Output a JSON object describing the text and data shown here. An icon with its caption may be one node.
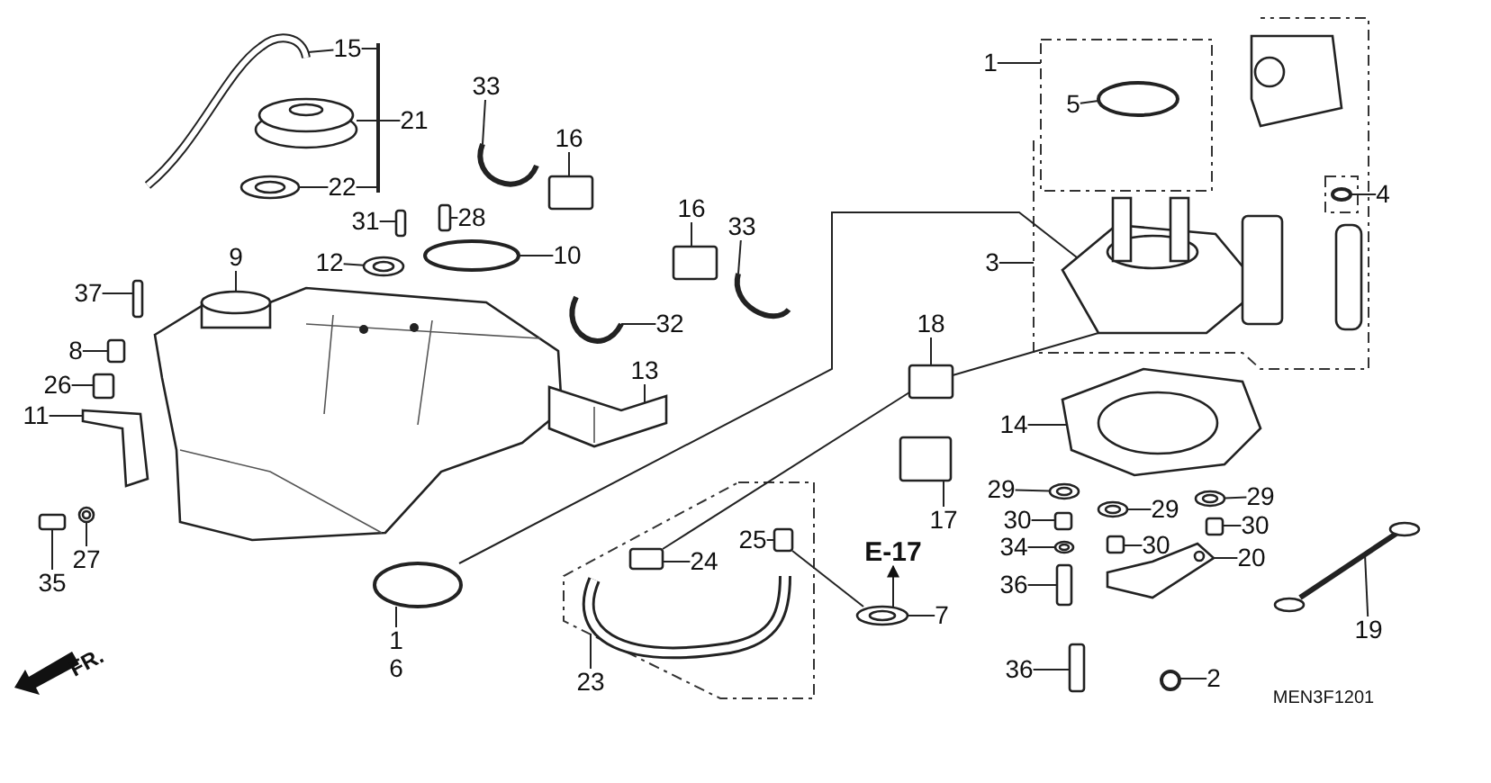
{
  "diagram": {
    "nodes": [
      {
        "text": [
          "15"
        ]
      },
      {
        "text": [
          "1"
        ]
      },
      {
        "text": [
          "5"
        ]
      },
      {
        "text": [
          "33"
        ]
      },
      {
        "text": [
          "21"
        ]
      },
      {
        "text": [
          "16"
        ]
      },
      {
        "text": [
          "22"
        ]
      },
      {
        "text": [
          "4"
        ]
      },
      {
        "text": [
          "16"
        ]
      },
      {
        "text": [
          "28"
        ]
      },
      {
        "text": [
          "31"
        ]
      },
      {
        "text": [
          "33"
        ]
      },
      {
        "text": [
          "10"
        ]
      },
      {
        "text": [
          "9"
        ]
      },
      {
        "text": [
          "12"
        ]
      },
      {
        "text": [
          "3"
        ]
      },
      {
        "text": [
          "37"
        ]
      },
      {
        "text": [
          "32"
        ]
      },
      {
        "text": [
          "18"
        ]
      },
      {
        "text": [
          "8"
        ]
      },
      {
        "text": [
          "13"
        ]
      },
      {
        "text": [
          "26"
        ]
      },
      {
        "text": [
          "11"
        ]
      },
      {
        "text": [
          "14"
        ]
      },
      {
        "text": [
          "29"
        ]
      },
      {
        "text": [
          "29"
        ]
      },
      {
        "text": [
          "29"
        ]
      },
      {
        "text": [
          "17"
        ]
      },
      {
        "text": [
          "30"
        ]
      },
      {
        "text": [
          "30"
        ]
      },
      {
        "text": [
          "30"
        ]
      },
      {
        "text": [
          "25"
        ]
      },
      {
        "text": [
          "34"
        ]
      },
      {
        "text": [
          "E-17"
        ]
      },
      {
        "text": [
          "20"
        ]
      },
      {
        "text": [
          "27"
        ]
      },
      {
        "text": [
          "24"
        ]
      },
      {
        "text": [
          "35"
        ]
      },
      {
        "text": [
          "36"
        ]
      },
      {
        "text": [
          "19"
        ]
      },
      {
        "text": [
          "7"
        ]
      },
      {
        "text": [
          "1"
        ]
      },
      {
        "text": [
          "36"
        ]
      },
      {
        "text": [
          "2"
        ]
      },
      {
        "text": [
          "23"
        ]
      },
      {
        "text": [],
        "shape": "picture"
      },
      {
        "text": [],
        "shape": "circle"
      },
      {
        "text": [],
        "shape": "picture"
      },
      {
        "text": [],
        "shape": "picture"
      },
      {
        "text": [],
        "shape": "box"
      },
      {
        "text": [],
        "shape": "circle"
      },
      {
        "text": [],
        "shape": "circle"
      },
      {
        "text": [],
        "shape": "box"
      },
      {
        "text": [],
        "shape": "box"
      },
      {
        "text": [],
        "shape": "box"
      },
      {
        "text": [],
        "shape": "picture"
      },
      {
        "text": [],
        "shape": "circle"
      },
      {
        "text": [],
        "shape": "picture"
      },
      {
        "text": [],
        "shape": "circle"
      },
      {
        "text": [],
        "shape": "box"
      },
      {
        "text": [],
        "shape": "picture"
      },
      {
        "text": [],
        "shape": "box"
      },
      {
        "text": [],
        "shape": "box"
      },
      {
        "text": [],
        "shape": "picture"
      },
      {
        "text": [],
        "shape": "box"
      },
      {
        "text": [],
        "shape": "picture"
      },
      {
        "text": [],
        "shape": "picture"
      },
      {
        "text": [],
        "shape": "circle"
      },
      {
        "text": [],
        "shape": "circle"
      },
      {
        "text": [],
        "shape": "circle"
      },
      {
        "text": [],
        "shape": "box"
      },
      {
        "text": [],
        "shape": "box"
      },
      {
        "text": [],
        "shape": "box"
      },
      {
        "text": [],
        "shape": "box"
      },
      {
        "text": [],
        "shape": "box"
      },
      {
        "text": [],
        "shape": "circle"
      },
      {
        "text": [],
        "shape": "picture"
      },
      {
        "text": [],
        "shape": "circle"
      },
      {
        "text": [],
        "shape": "box"
      },
      {
        "text": [],
        "shape": "box"
      },
      {
        "text": [],
        "shape": "box"
      },
      {
        "text": [],
        "shape": "picture"
      },
      {
        "text": [],
        "shape": "circle"
      },
      {
        "text": [],
        "shape": "circle"
      },
      {
        "text": [],
        "shape": "box"
      },
      {
        "text": [],
        "shape": "circle"
      },
      {
        "text": [],
        "shape": "picture"
      },
      {
        "text": [],
        "shape": "bar"
      }
    ],
    "edges": [
      {
        "from": 0,
        "to": 45,
        "arrow": "none"
      },
      {
        "from": 1,
        "to": null,
        "arrow": "none"
      },
      {
        "from": 2,
        "to": 46,
        "arrow": "none"
      },
      {
        "from": 3,
        "to": 47,
        "arrow": "none"
      },
      {
        "from": 4,
        "to": 87,
        "arrow": "none"
      },
      {
        "from": 5,
        "to": 49,
        "arrow": "none"
      },
      {
        "from": 6,
        "to": 50,
        "arrow": "none"
      },
      {
        "from": 7,
        "to": 51,
        "arrow": "none"
      },
      {
        "from": 8,
        "to": 52,
        "arrow": "none"
      },
      {
        "from": 9,
        "to": 53,
        "arrow": "none"
      },
      {
        "from": 10,
        "to": 54,
        "arrow": "none"
      },
      {
        "from": 11,
        "to": 55,
        "arrow": "none"
      },
      {
        "from": 12,
        "to": 56,
        "arrow": "none"
      },
      {
        "from": 13,
        "to": 57,
        "arrow": "none"
      },
      {
        "from": 14,
        "to": 58,
        "arrow": "none"
      },
      {
        "from": 15,
        "to": null,
        "arrow": "none"
      },
      {
        "from": 16,
        "to": 59,
        "arrow": "none"
      },
      {
        "from": 17,
        "to": 60,
        "arrow": "none"
      },
      {
        "from": 18,
        "to": 61,
        "arrow": "none"
      },
      {
        "from": 19,
        "to": 62,
        "arrow": "none"
      },
      {
        "from": 20,
        "to": 63,
        "arrow": "none"
      },
      {
        "from": 21,
        "to": 64,
        "arrow": "none"
      },
      {
        "from": 22,
        "to": 65,
        "arrow": "none"
      },
      {
        "from": 23,
        "to": 66,
        "arrow": "none"
      },
      {
        "from": 24,
        "to": 67,
        "arrow": "none"
      },
      {
        "from": 25,
        "to": 68,
        "arrow": "none"
      },
      {
        "from": 26,
        "to": 69,
        "arrow": "none"
      },
      {
        "from": 27,
        "to": 70,
        "arrow": "none"
      },
      {
        "from": 28,
        "to": 71,
        "arrow": "none"
      },
      {
        "from": 29,
        "to": 72,
        "arrow": "none"
      },
      {
        "from": 30,
        "to": 73,
        "arrow": "none"
      },
      {
        "from": 31,
        "to": 74,
        "arrow": "none"
      },
      {
        "from": 32,
        "to": 75,
        "arrow": "none"
      },
      {
        "from": 82,
        "to": 33,
        "arrow": "to"
      },
      {
        "from": 34,
        "to": 76,
        "arrow": "none"
      },
      {
        "from": 35,
        "to": 77,
        "arrow": "none"
      },
      {
        "from": 36,
        "to": 78,
        "arrow": "none"
      },
      {
        "from": 37,
        "to": 79,
        "arrow": "none"
      },
      {
        "from": 38,
        "to": 80,
        "arrow": "none"
      },
      {
        "from": 39,
        "to": 81,
        "arrow": "none"
      },
      {
        "from": 40,
        "to": 82,
        "arrow": "none"
      },
      {
        "from": 41,
        "to": 83,
        "arrow": "none"
      },
      {
        "from": 42,
        "to": 84,
        "arrow": "none"
      },
      {
        "from": 43,
        "to": 85,
        "arrow": "none"
      },
      {
        "from": 44,
        "to": null,
        "arrow": "none"
      },
      {
        "from": 86,
        "to": 83,
        "arrow": "none"
      },
      {
        "from": 86,
        "to": 61,
        "arrow": "none"
      },
      {
        "from": 61,
        "to": 78,
        "arrow": "none"
      },
      {
        "from": 74,
        "to": 82,
        "arrow": "none"
      },
      {
        "from": 0,
        "to": 87,
        "arrow": "none"
      },
      {
        "from": 6,
        "to": 87,
        "arrow": "none"
      },
      {
        "from": 87,
        "to": 48,
        "arrow": "none"
      }
    ],
    "labels": [
      "6",
      "FR.",
      "MEN3F1201"
    ]
  }
}
